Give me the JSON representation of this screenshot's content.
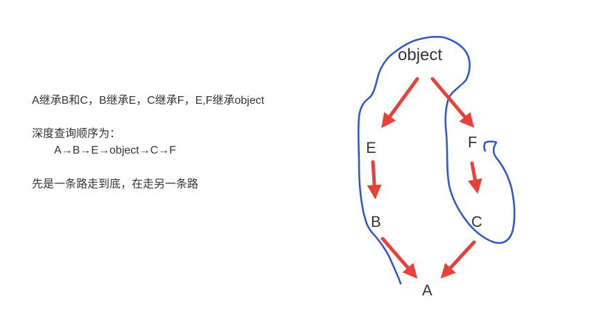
{
  "notes": {
    "inheritance": "A继承B和C，B继承E，C继承F，E,F继承object",
    "order_label": "深度查询顺序为：",
    "order": "A→B→E→object→C→F",
    "summary": "先是一条路走到底，在走另一条路"
  },
  "diagram": {
    "nodes": {
      "object": "object",
      "E": "E",
      "F": "F",
      "B": "B",
      "C": "C",
      "A": "A"
    },
    "colors": {
      "arrow": "#e8413a",
      "path_outline": "#2f55d4",
      "text": "#333333"
    }
  }
}
